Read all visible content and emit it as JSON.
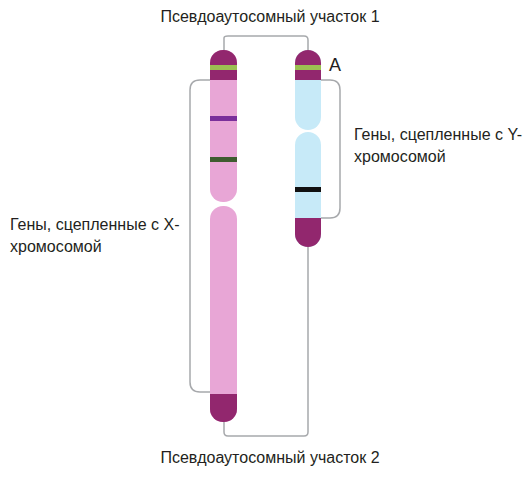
{
  "diagram": {
    "labels": [
      "Псевдоаутосомный участок 1",
      "А",
      "Гены, сцепленные с Y-хромосомой",
      "Гены, сцепленные с X-хромосомой",
      "Псевдоаутосомный участок 2"
    ]
  }
}
